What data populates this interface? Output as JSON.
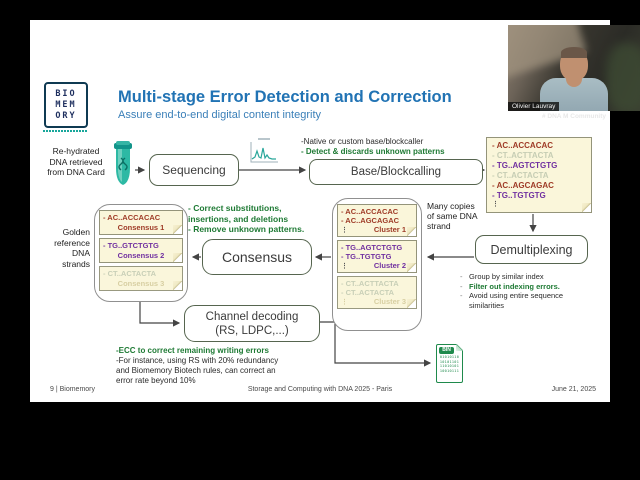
{
  "header": {
    "title": "Multi-stage Error Detection and Correction",
    "subtitle": "Assure end-to-end digital content integrity"
  },
  "logo": {
    "rows": [
      "BIO",
      "MEM",
      "ORY"
    ]
  },
  "flow": {
    "input_label_lines": [
      "Re-hydrated",
      "DNA retrieved",
      "from DNA Card"
    ],
    "sequencing_label": "Sequencing",
    "basecalling_label": "Base/Blockcalling",
    "basecalling_note_black": "-Native or custom base/blockcaller",
    "basecalling_note_green": "- Detect & discards unknown patterns",
    "demux_label": "Demultiplexing",
    "demux_bullets": [
      {
        "text": "Group by similar index",
        "style": "black"
      },
      {
        "text": "Filter out indexing errors.",
        "style": "green"
      },
      {
        "text": "Avoid using entire sequence similarities",
        "style": "black"
      }
    ],
    "many_copies": "Many copies of same DNA strand",
    "consensus_label": "Consensus",
    "consensus_notes": [
      "- Correct substitutions,",
      "insertions, and deletions",
      "- Remove unknown patterns."
    ],
    "golden_label_lines": [
      "Golden",
      "reference",
      "DNA",
      "strands"
    ],
    "channel_label_line1": "Channel decoding",
    "channel_label_line2": "(RS, LDPC,...)",
    "ecc_green": "-ECC to correct remaining writing errors",
    "ecc_black_lines": [
      "-For instance, using RS with 20% redundancy",
      "and Biomemory Biotech rules, can correct an",
      "error rate beyond 10%"
    ]
  },
  "reads_note": {
    "lines": [
      {
        "text": "- AC..ACCACAC",
        "cls": "red"
      },
      {
        "text": "- CT..ACTTACTA",
        "cls": "faded"
      },
      {
        "text": "- TG..AGTCTGTG",
        "cls": "purple"
      },
      {
        "text": "- CT..ACTACTA",
        "cls": "faded"
      },
      {
        "text": "- AC..AGCAGAC",
        "cls": "red"
      },
      {
        "text": "- TG..TGTGTG",
        "cls": "purple"
      }
    ]
  },
  "clusters": [
    {
      "line1": "- AC..ACCACAC",
      "line2": "- AC..AGCAGAC",
      "label": "Cluster 1"
    },
    {
      "line1": "- TG..AGTCTGTG",
      "line2": "- TG..TGTGTG",
      "label": "Cluster 2"
    },
    {
      "line1": "- CT..ACTTACTA",
      "line2": "- CT..ACTACTA",
      "label": "Cluster 3"
    }
  ],
  "golden": [
    {
      "seq": "- AC..ACCACAC",
      "label": "Consensus 1"
    },
    {
      "seq": "- TG..GTCTGTG",
      "label": "Consensus 2"
    },
    {
      "seq": "- CT..ACTACTA",
      "label": "Consensus 3"
    }
  ],
  "symbols": {
    "dots": "⋮"
  },
  "bin_icon": {
    "title": "BIN",
    "lines": [
      "01010110",
      "10101101",
      "11010101",
      "10010111"
    ]
  },
  "footer": {
    "left": "9 | Biomemory",
    "center": "Storage and Computing with DNA 2025 - Paris",
    "right": "June 21, 2025"
  },
  "webcam": {
    "name": "Olivier Lauvray",
    "caption": "# DNA M Community"
  },
  "colors": {
    "title_blue": "#2173b4",
    "annotation_green": "#1e7a34",
    "seq_red": "#9e3a26",
    "seq_purple": "#7030a0",
    "note_yellow": "#faf6da",
    "bin_green": "#1f8a4c"
  }
}
